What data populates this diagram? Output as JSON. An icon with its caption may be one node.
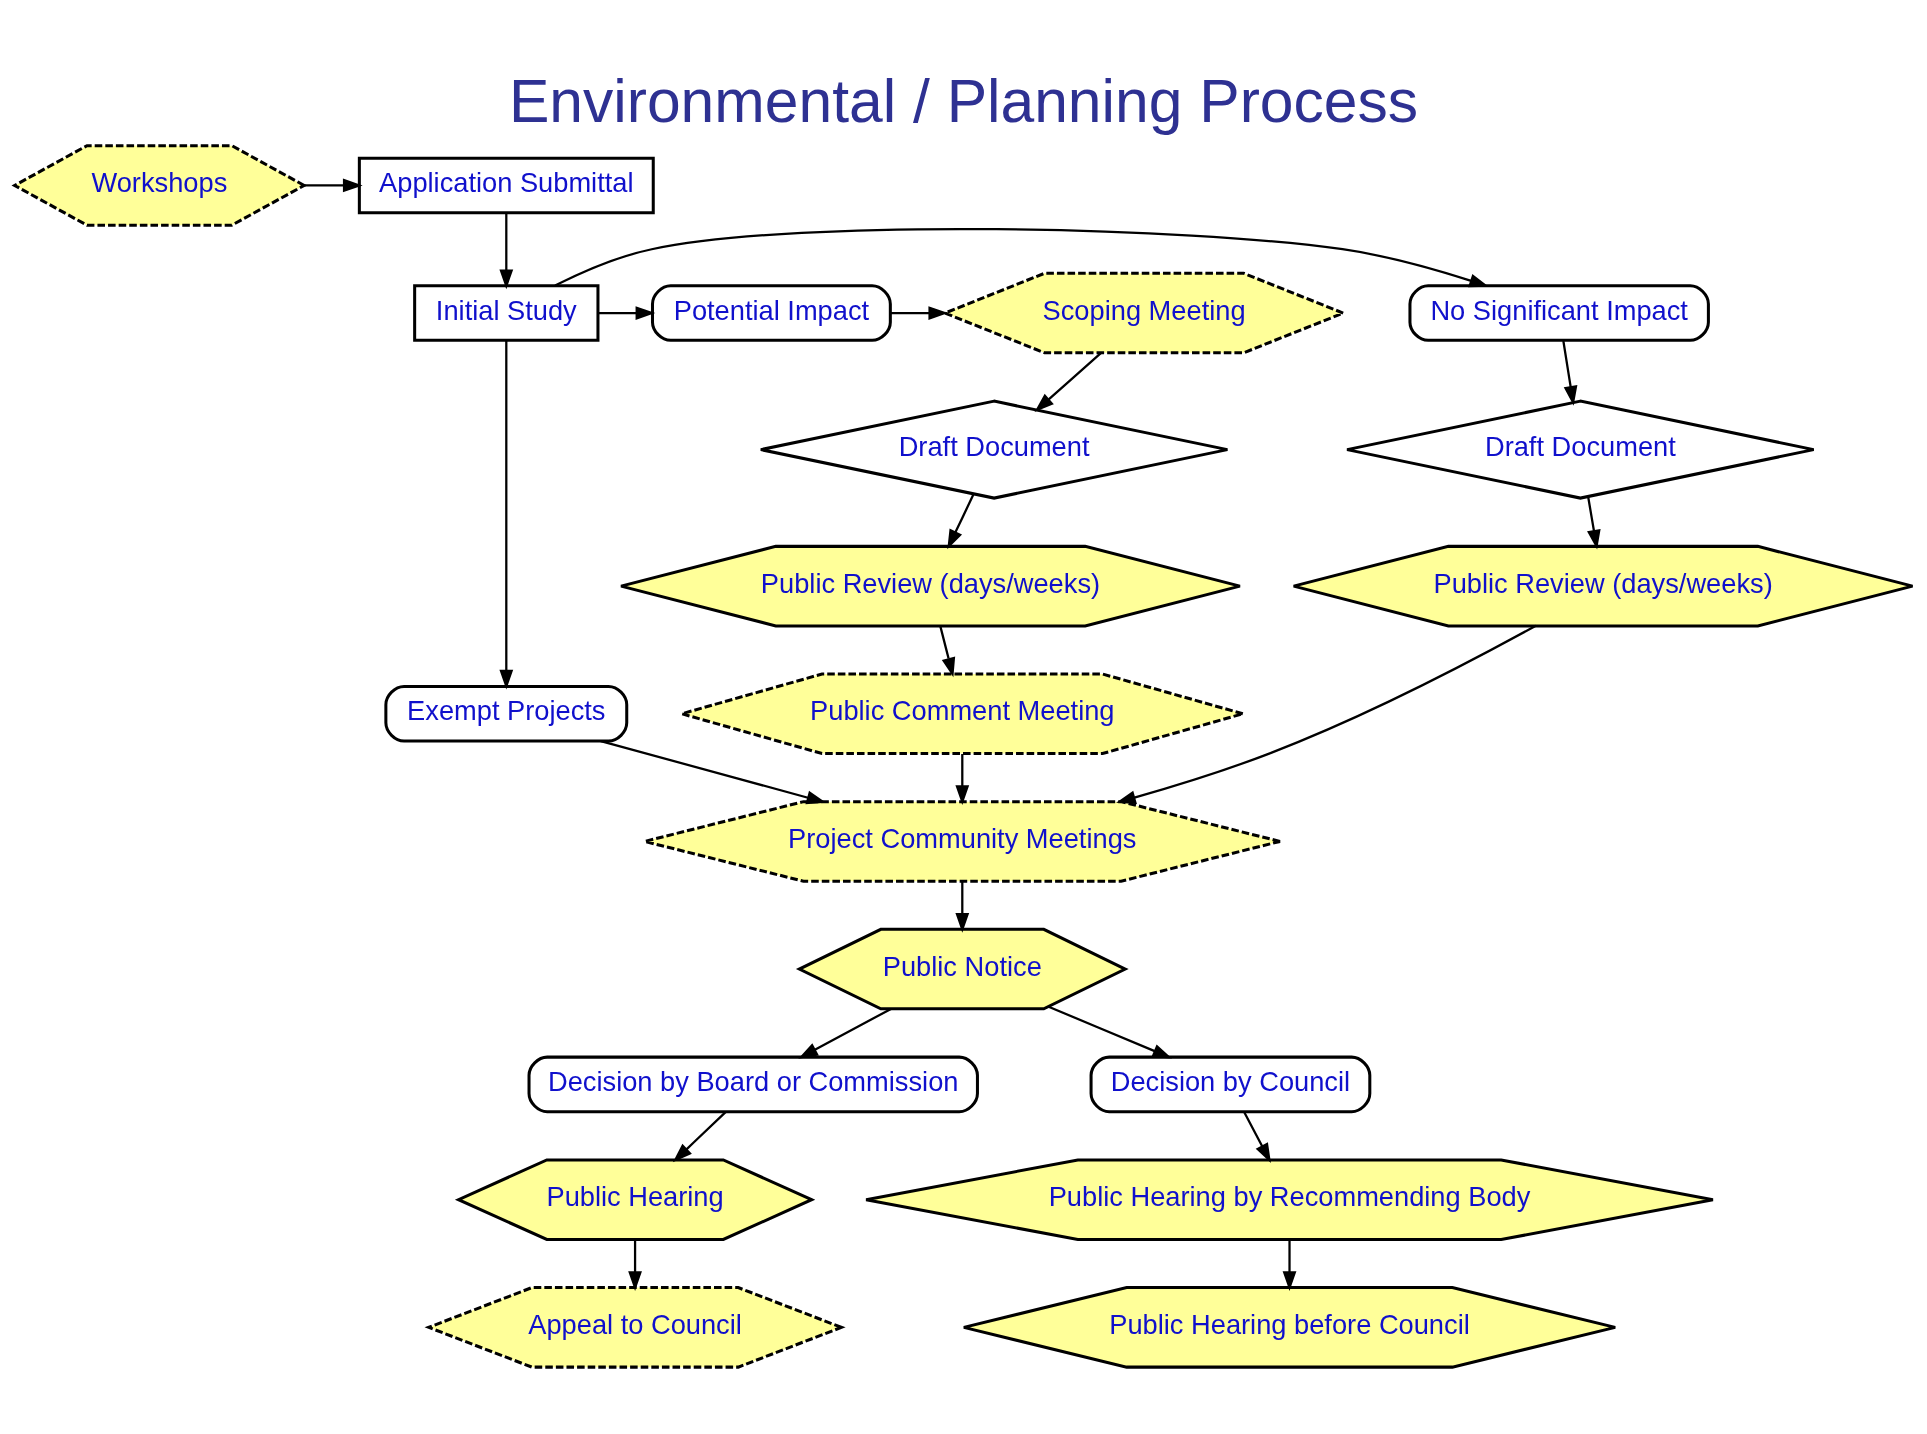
{
  "diagram": {
    "title": "Environmental / Planning Process",
    "nodes": [
      {
        "text": [
          "Application Submittal"
        ]
      },
      {
        "text": [
          "Workshops"
        ]
      },
      {
        "text": [
          "No Significant Impact"
        ]
      },
      {
        "text": [
          "Initial Study"
        ]
      },
      {
        "text": [
          "Potential Impact"
        ]
      },
      {
        "text": [
          "Scoping Meeting"
        ]
      },
      {
        "text": [
          "Draft Document"
        ]
      },
      {
        "text": [
          "Exempt Projects"
        ]
      },
      {
        "text": [
          "Draft Document"
        ]
      },
      {
        "text": [
          "Public Review (days/weeks)"
        ]
      },
      {
        "text": [
          "Project Community Meetings"
        ]
      },
      {
        "text": [
          "Public Review (days/weeks)"
        ]
      },
      {
        "text": [
          "Public Comment Meeting"
        ]
      },
      {
        "text": [
          "Public Notice"
        ]
      },
      {
        "text": [
          "Decision by Board or Commission"
        ]
      },
      {
        "text": [
          "Decision by Council"
        ]
      },
      {
        "text": [
          "Public Hearing"
        ]
      },
      {
        "text": [
          "Public Hearing by Recommending Body"
        ]
      },
      {
        "text": [
          "Appeal to Council"
        ]
      },
      {
        "text": [
          "Public Hearing before Council"
        ]
      }
    ],
    "edges": [
      {
        "from": 1,
        "to": 0,
        "arrow": "to"
      },
      {
        "from": 0,
        "to": 3,
        "arrow": "to"
      },
      {
        "from": 3,
        "to": 2,
        "arrow": "to"
      },
      {
        "from": 3,
        "to": 4,
        "arrow": "to"
      },
      {
        "from": 4,
        "to": 5,
        "arrow": "to"
      },
      {
        "from": 3,
        "to": 7,
        "arrow": "to"
      },
      {
        "from": 2,
        "to": 6,
        "arrow": "to"
      },
      {
        "from": 5,
        "to": 8,
        "arrow": "to"
      },
      {
        "from": 6,
        "to": 9,
        "arrow": "to"
      },
      {
        "from": 7,
        "to": 10,
        "arrow": "to"
      },
      {
        "from": 9,
        "to": 10,
        "arrow": "to"
      },
      {
        "from": 8,
        "to": 11,
        "arrow": "to"
      },
      {
        "from": 11,
        "to": 12,
        "arrow": "to"
      },
      {
        "from": 12,
        "to": 10,
        "arrow": "to"
      },
      {
        "from": 10,
        "to": 13,
        "arrow": "to"
      },
      {
        "from": 13,
        "to": 14,
        "arrow": "to"
      },
      {
        "from": 13,
        "to": 15,
        "arrow": "to"
      },
      {
        "from": 14,
        "to": 16,
        "arrow": "to"
      },
      {
        "from": 15,
        "to": 17,
        "arrow": "to"
      },
      {
        "from": 16,
        "to": 18,
        "arrow": "to"
      },
      {
        "from": 17,
        "to": 19,
        "arrow": "to"
      }
    ]
  }
}
